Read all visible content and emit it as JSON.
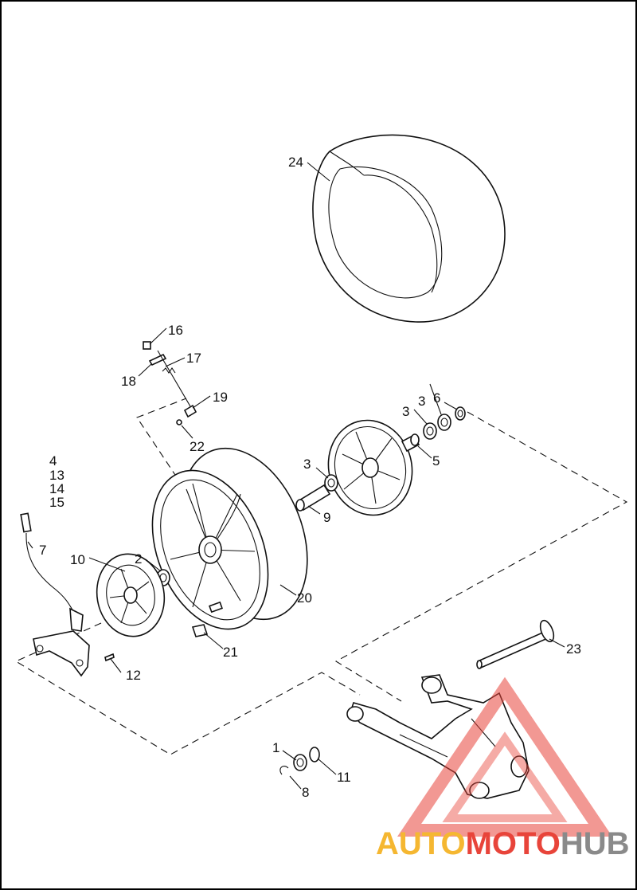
{
  "callouts": {
    "c1": "1",
    "c2": "2",
    "c3a": "3",
    "c3b": "3",
    "c3c": "3",
    "c4": "4",
    "c5": "5",
    "c6": "6",
    "c7": "7",
    "c8": "8",
    "c9": "9",
    "c10": "10",
    "c11": "11",
    "c12": "12",
    "c13": "13",
    "c14": "14",
    "c15": "15",
    "c16": "16",
    "c17": "17",
    "c18": "18",
    "c19": "19",
    "c20": "20",
    "c21": "21",
    "c22": "22",
    "c23": "23",
    "c24": "24"
  },
  "watermark": {
    "part1": "AUTO",
    "part2": "MOTO",
    "part3": "HUB",
    "color1": "#f5b731",
    "color2": "#e8443a",
    "color3": "#8a8a8a",
    "triangle_color": "#e8443a"
  }
}
